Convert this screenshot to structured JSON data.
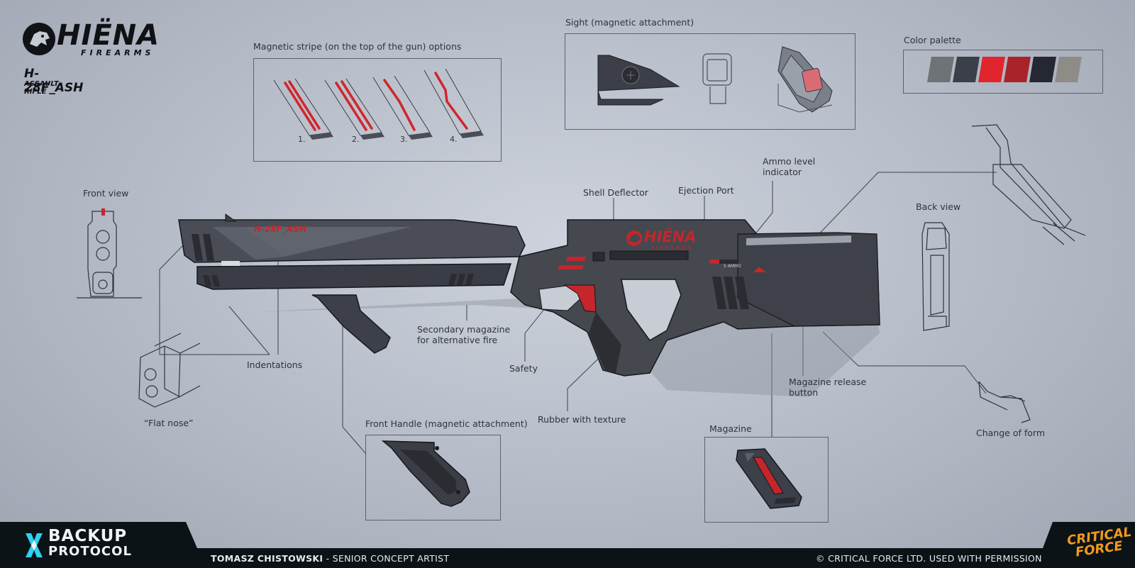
{
  "brand": {
    "name": "HIËNA",
    "sub": "FIREARMS",
    "model": "H-28F_ASH",
    "model_type": "ASSAULT RIFLE"
  },
  "stripe_panel": {
    "title": "Magnetic stripe (on the top of the gun) options",
    "options": [
      "1.",
      "2.",
      "3.",
      "4."
    ]
  },
  "sight_panel": {
    "title": "Sight (magnetic attachment)"
  },
  "palette": {
    "title": "Color palette",
    "colors": [
      "#6f7277",
      "#3b3f48",
      "#e0262c",
      "#a8242a",
      "#252833",
      "#8f8c88"
    ]
  },
  "views": {
    "front": "Front view",
    "back": "Back view",
    "flat_nose": "“Flat nose”",
    "change_of_form": "Change of form"
  },
  "callouts": {
    "shell_deflector": "Shell Deflector",
    "ejection_port": "Ejection Port",
    "ammo_level_1": "Ammo level",
    "ammo_level_2": "indicator",
    "secondary_mag_1": "Secondary magazine",
    "secondary_mag_2": "for alternative fire",
    "indentations": "Indentations",
    "safety": "Safety",
    "rubber": "Rubber with texture",
    "mag_release_1": "Magazine release",
    "mag_release_2": "button",
    "front_handle": "Front Handle (magnetic attachment)",
    "magazine": "Magazine"
  },
  "gun": {
    "side_text": "H-28F_ASH",
    "logo_text": "HIËNA",
    "logo_sub": "FIREARMS",
    "ammo_small": "5 AMMO"
  },
  "footer": {
    "game_line1": "BACKUP",
    "game_line2": "PROTOCOL",
    "artist_name": "TOMASZ CHISTOWSKI",
    "artist_role": " - SENIOR CONCEPT ARTIST",
    "copyright": "© CRITICAL FORCE LTD.  USED WITH PERMISSION",
    "studio_1": "CRITICAL",
    "studio_2": "FORCE"
  }
}
